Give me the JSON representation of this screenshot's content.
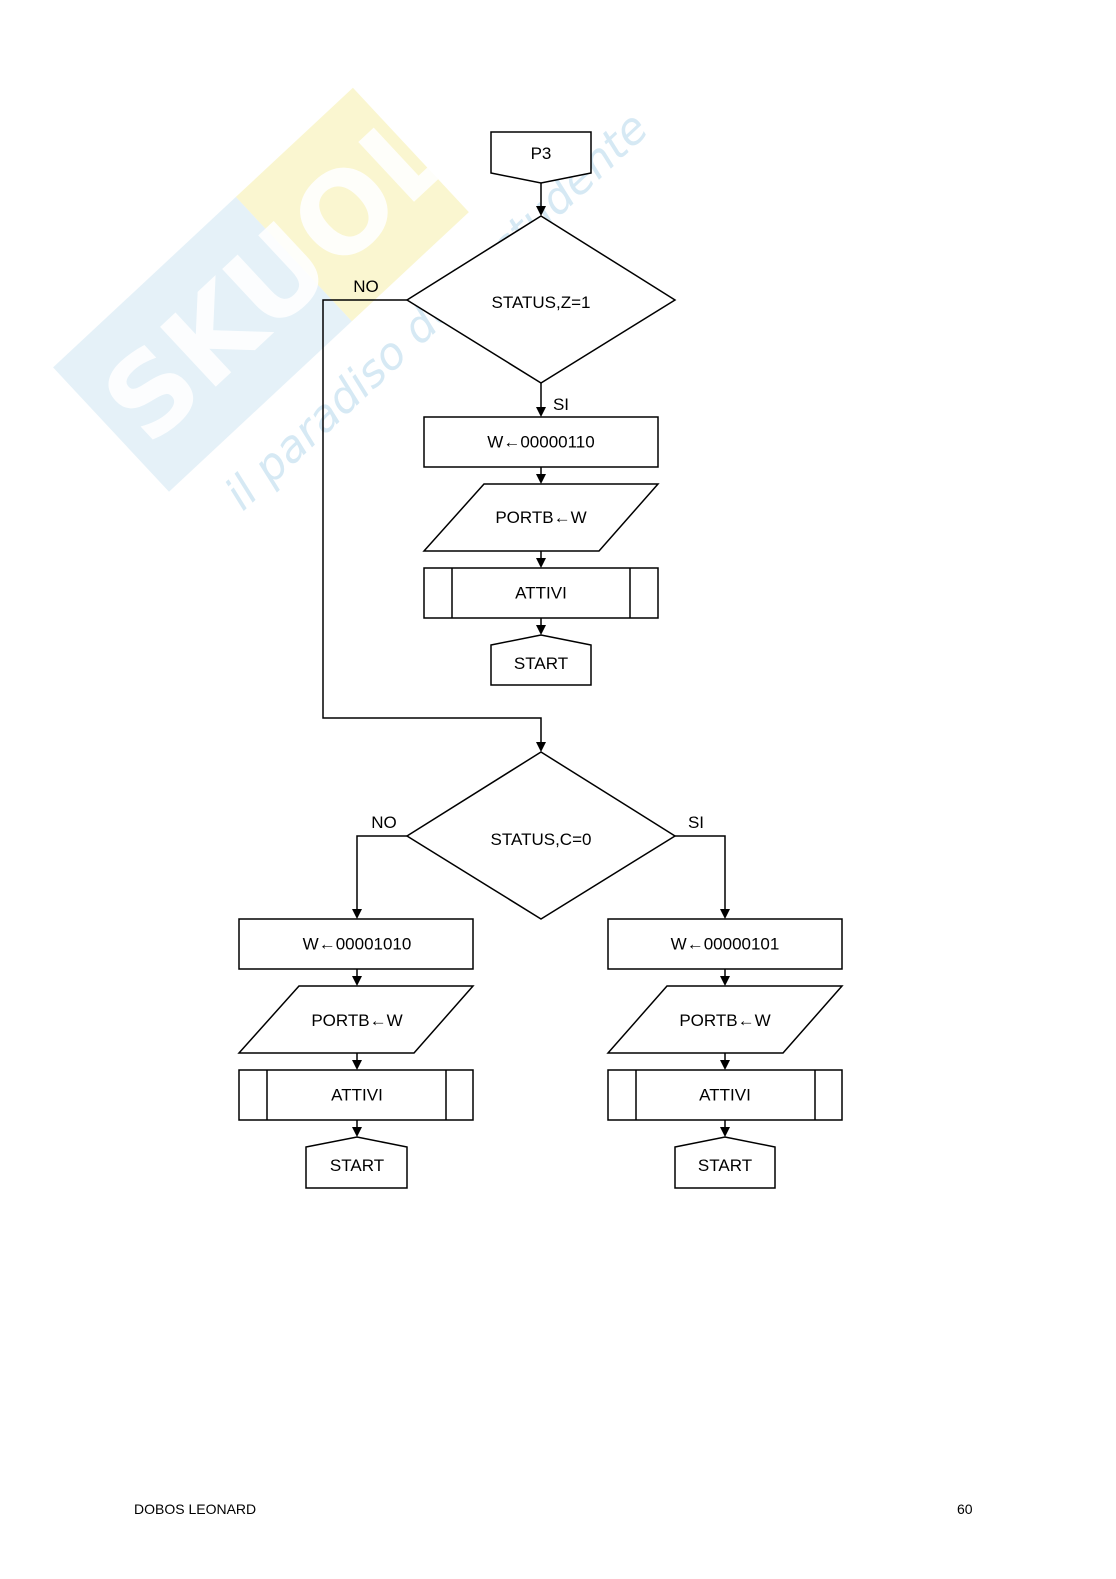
{
  "watermark": {
    "brand": "SKUOLA.net",
    "tagline": "il paradiso dello studente"
  },
  "flowchart": {
    "start": "P3",
    "decision_z": {
      "condition": "STATUS,Z=1",
      "yes": "SI",
      "no": "NO"
    },
    "z_branch": {
      "assign": "W←00000110",
      "output": "PORTB←W",
      "call": "ATTIVI",
      "goto": "START"
    },
    "decision_c": {
      "condition": "STATUS,C=0",
      "yes": "SI",
      "no": "NO"
    },
    "c_no_branch": {
      "assign": "W←00001010",
      "output": "PORTB←W",
      "call": "ATTIVI",
      "goto": "START"
    },
    "c_yes_branch": {
      "assign": "W←00000101",
      "output": "PORTB←W",
      "call": "ATTIVI",
      "goto": "START"
    }
  },
  "footer": {
    "author": "DOBOS LEONARD",
    "page": "60"
  }
}
